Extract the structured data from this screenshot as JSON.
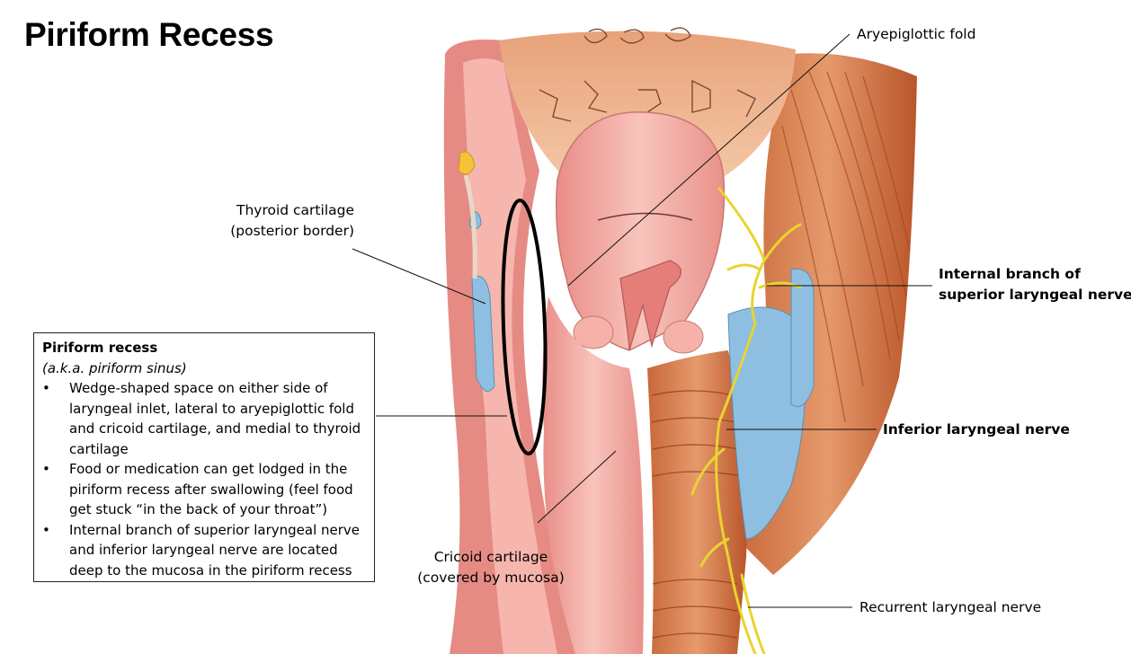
{
  "title": "Piriform Recess",
  "labels": {
    "aryepiglottic": "Aryepiglottic fold",
    "thyroid_line1": "Thyroid cartilage",
    "thyroid_line2": "(posterior border)",
    "internal_line1": "Internal branch of",
    "internal_line2": "superior laryngeal nerve",
    "inferior": "Inferior laryngeal nerve",
    "cricoid_line1": "Cricoid cartilage",
    "cricoid_line2": "(covered by mucosa)",
    "recurrent": "Recurrent laryngeal nerve"
  },
  "infobox": {
    "heading": "Piriform recess",
    "subheading": "(a.k.a. piriform sinus)",
    "bullet_char": "•",
    "bullets": [
      "Wedge-shaped space on either side of laryngeal inlet, lateral to aryepiglottic fold and cricoid cartilage, and medial to thyroid cartilage",
      "Food or medication can get lodged in the piriform recess after swallowing (feel food get stuck “in the back of your throat”)",
      "Internal branch of superior laryngeal nerve and inferior laryngeal nerve are located deep to the mucosa in the piriform recess"
    ]
  },
  "colors": {
    "mucosa": "#f2a8a0",
    "mucosa_light": "#f8c9c0",
    "muscle": "#d9733f",
    "muscle_dark": "#b9552a",
    "tongue_base": "#f0b894",
    "nerve": "#e8d431",
    "fat": "#8fbfe0",
    "highlight_ellipse": "#000000"
  }
}
